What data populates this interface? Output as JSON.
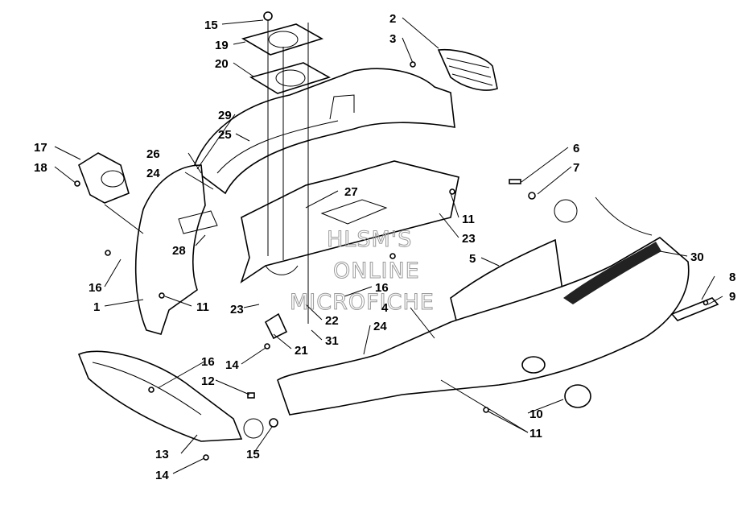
{
  "watermark": [
    "HLSM'S",
    "ONLINE",
    "MICROFICHE"
  ],
  "callouts": {
    "c1": "1",
    "c2": "2",
    "c3": "3",
    "c4": "4",
    "c5": "5",
    "c6": "6",
    "c7": "7",
    "c8": "8",
    "c9": "9",
    "c10": "10",
    "c11a": "11",
    "c11b": "11",
    "c11c": "11",
    "c12": "12",
    "c13": "13",
    "c14a": "14",
    "c14b": "14",
    "c15a": "15",
    "c15b": "15",
    "c16a": "16",
    "c16b": "16",
    "c16c": "16",
    "c17": "17",
    "c18": "18",
    "c19": "19",
    "c20": "20",
    "c21": "21",
    "c22": "22",
    "c23a": "23",
    "c23b": "23",
    "c24a": "24",
    "c24b": "24",
    "c25": "25",
    "c26": "26",
    "c27": "27",
    "c28": "28",
    "c29": "29",
    "c30": "30",
    "c31": "31"
  }
}
